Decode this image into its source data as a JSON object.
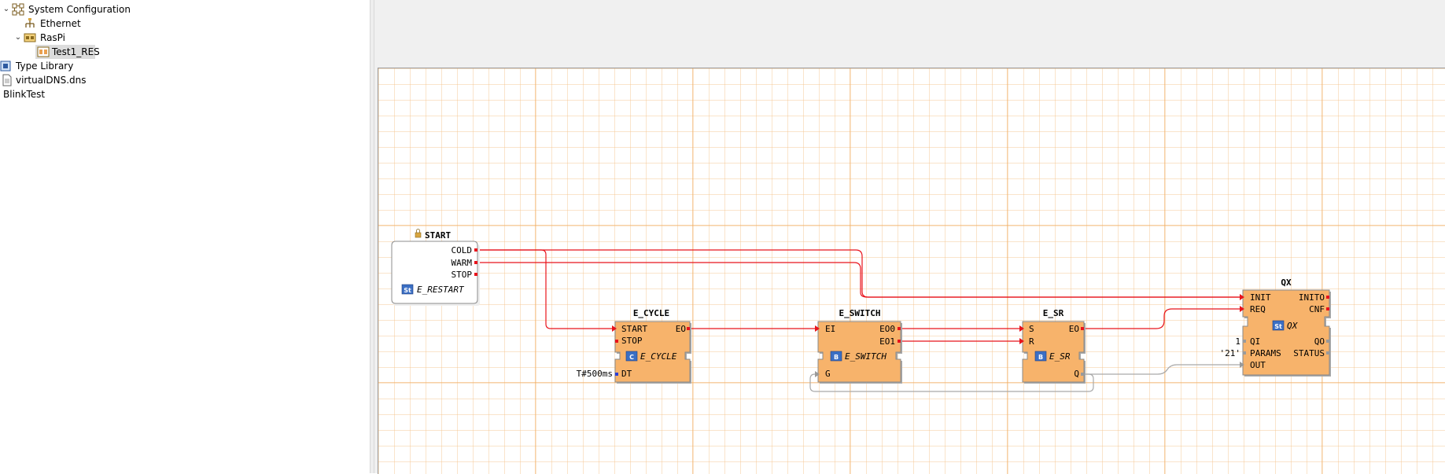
{
  "tree": {
    "items": [
      {
        "label": "System Configuration",
        "expanded": true,
        "icon": "system-configuration-icon"
      },
      {
        "label": "Ethernet",
        "icon": "ethernet-segment-icon"
      },
      {
        "label": "RasPi",
        "expanded": true,
        "icon": "device-icon"
      },
      {
        "label": "Test1_RES",
        "selected": true,
        "icon": "resource-icon"
      },
      {
        "label": "Type Library",
        "icon": "type-library-icon"
      },
      {
        "label": "virtualDNS.dns",
        "icon": "file-icon"
      },
      {
        "label": "BlinkTest"
      }
    ]
  },
  "diagram": {
    "colors": {
      "fb_fill": "#f7b36b",
      "fb_border": "#8a8a8a",
      "event_wire": "#e8141c",
      "data_wire": "#999999",
      "pin_event": "#e8141c",
      "pin_data": "#2b3fd6"
    },
    "blocks": {
      "start": {
        "name": "START",
        "type": "E_RESTART",
        "badge": "St",
        "outputs": [
          "COLD",
          "WARM",
          "STOP"
        ]
      },
      "e_cycle": {
        "name": "E_CYCLE",
        "type": "E_CYCLE",
        "badge": "C",
        "event_inputs": [
          "START",
          "STOP"
        ],
        "event_outputs": [
          "EO"
        ],
        "data_inputs": [
          "DT"
        ],
        "dt_value": "T#500ms"
      },
      "e_switch": {
        "name": "E_SWITCH",
        "type": "E_SWITCH",
        "badge": "B",
        "event_inputs": [
          "EI"
        ],
        "event_outputs": [
          "EO0",
          "EO1"
        ],
        "data_inputs": [
          "G"
        ]
      },
      "e_sr": {
        "name": "E_SR",
        "type": "E_SR",
        "badge": "B",
        "event_inputs": [
          "S",
          "R"
        ],
        "event_outputs": [
          "EO"
        ],
        "data_outputs": [
          "Q"
        ]
      },
      "qx": {
        "name": "QX",
        "type": "QX",
        "badge": "St",
        "event_inputs": [
          "INIT",
          "REQ"
        ],
        "event_outputs": [
          "INITO",
          "CNF"
        ],
        "data_inputs": [
          "QI",
          "PARAMS",
          "OUT"
        ],
        "data_outputs": [
          "QO",
          "STATUS"
        ],
        "qi_value": "1",
        "params_value": "'21'"
      }
    }
  }
}
